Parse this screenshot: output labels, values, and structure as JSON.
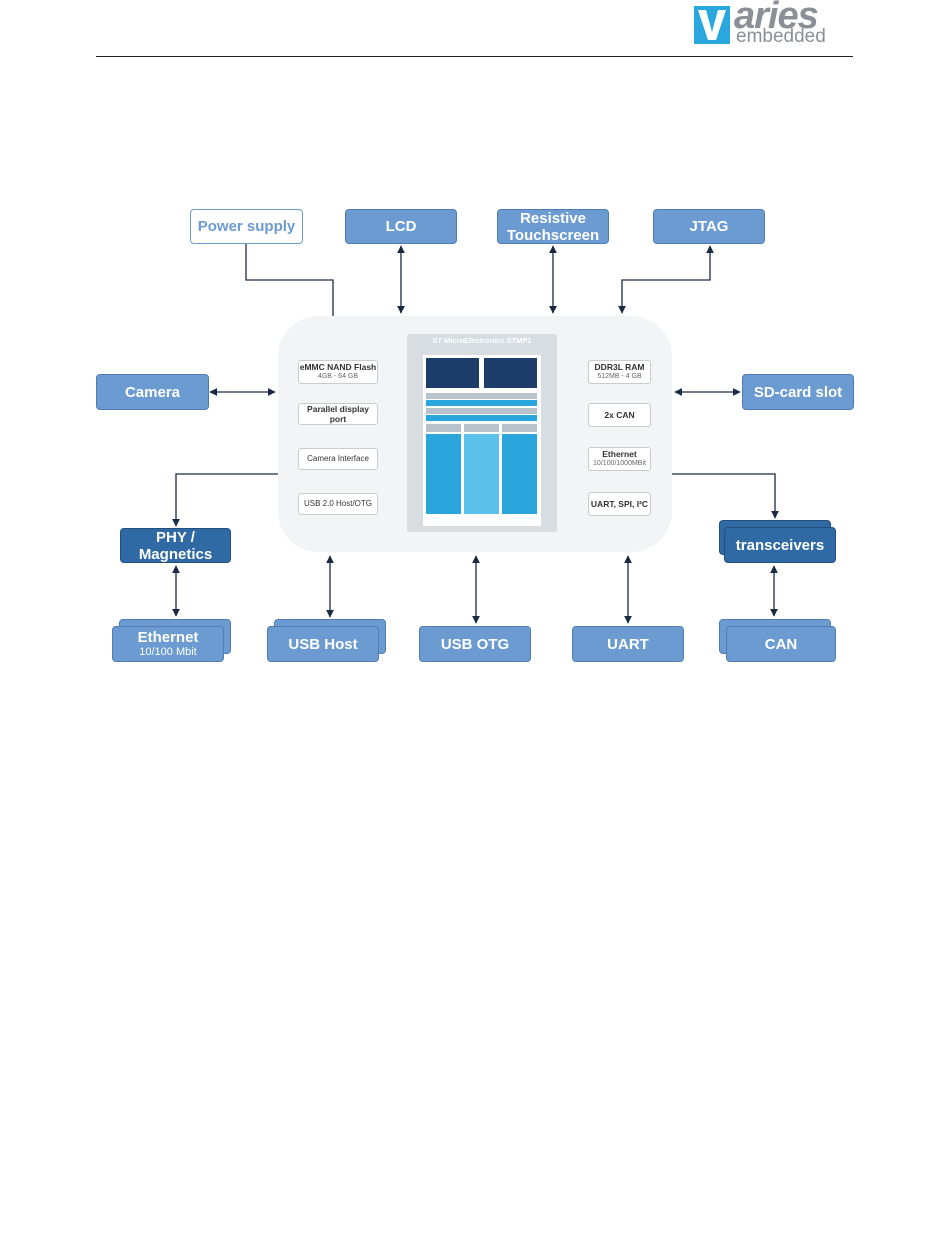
{
  "header": {
    "logo": {
      "brand": "aries",
      "sub": "embedded",
      "accent_color": "#29a8e0",
      "text_color": "#8a9096"
    }
  },
  "diagram": {
    "top": {
      "power_supply": "Power supply",
      "lcd": "LCD",
      "touchscreen_line1": "Resistive",
      "touchscreen_line2": "Touchscreen",
      "jtag": "JTAG"
    },
    "sides": {
      "camera": "Camera",
      "sd_card": "SD-card slot"
    },
    "middle": {
      "phy_line1": "PHY /",
      "phy_line2": "Magnetics",
      "transceivers": "transceivers"
    },
    "bottom": {
      "ethernet": "Ethernet",
      "ethernet_speed": "10/100 Mbit",
      "usb_host": "USB Host",
      "usb_otg": "USB OTG",
      "uart": "UART",
      "can": "CAN"
    },
    "module": {
      "left": {
        "emmc": "eMMC NAND Flash",
        "emmc_size": "4GB - 64 GB",
        "parallel_display": "Parallel display port",
        "camera_interface": "Camera Interface",
        "usb": "USB 2.0 Host/OTG"
      },
      "right": {
        "ddr": "DDR3L RAM",
        "ddr_size": "512MB - 4 GB",
        "can": "2x CAN",
        "ethernet": "Ethernet",
        "ethernet_speed": "10/100/1000MBit",
        "serial": "UART, SPI, I²C"
      },
      "chip_title": "ST MicroElectronics STMP1"
    },
    "colors": {
      "box_fill": "#6b9bd0",
      "box_dark": "#2f6aa5",
      "board_bg": "#f3f4f5",
      "wire": "#1a2a44"
    }
  }
}
